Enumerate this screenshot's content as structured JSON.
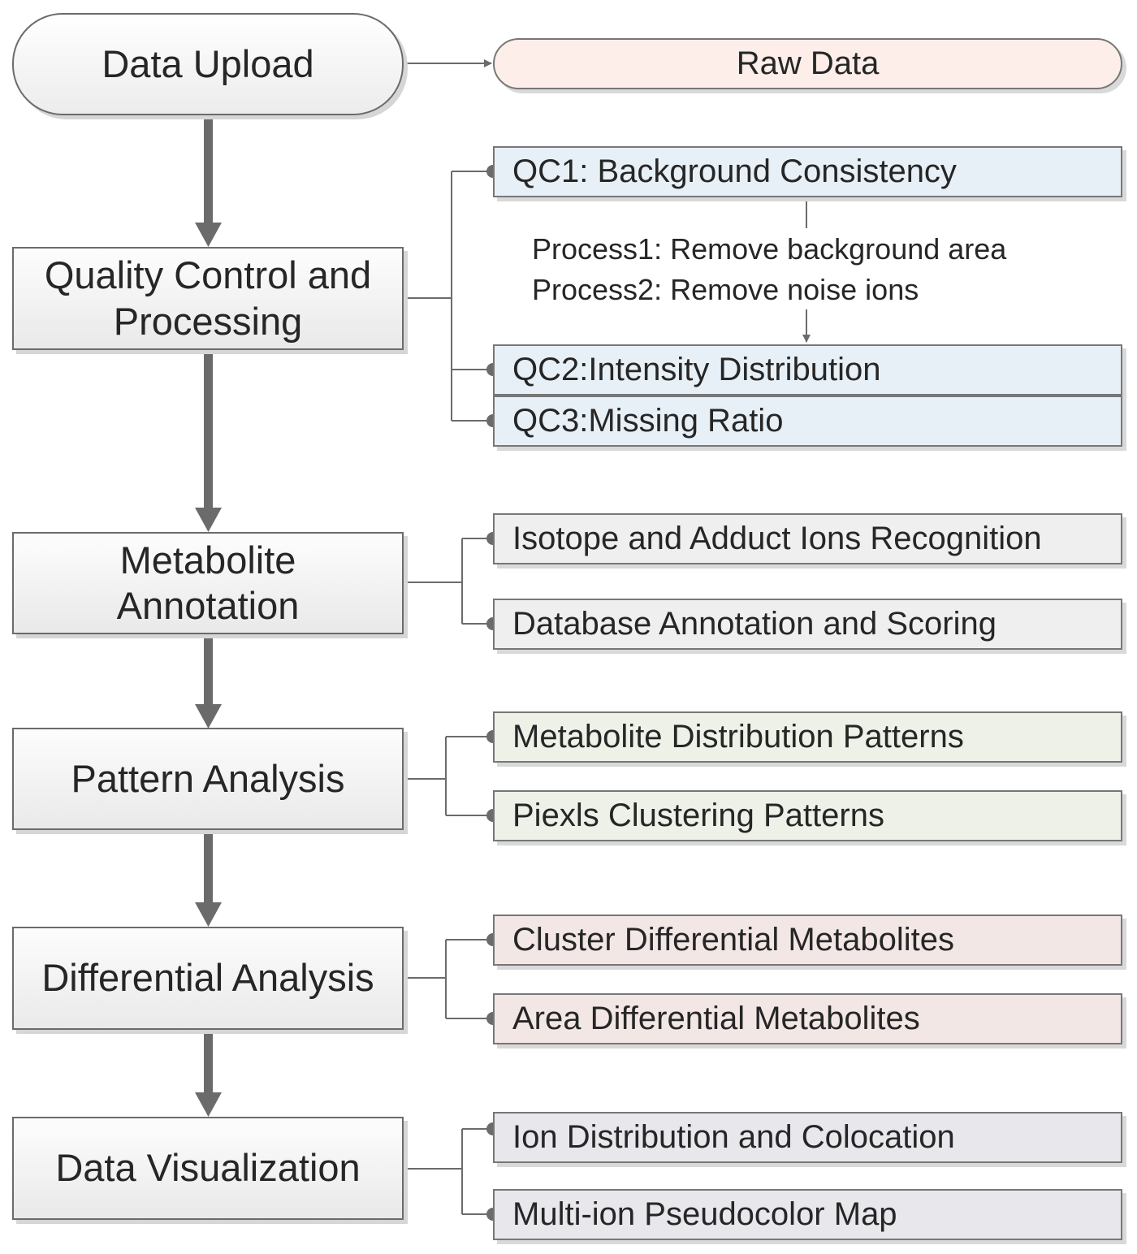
{
  "main_steps": {
    "upload": "Data Upload",
    "qc": "Quality Control and Processing",
    "annotation": "Metabolite Annotation",
    "pattern": "Pattern Analysis",
    "differential": "Differential Analysis",
    "visualization": "Data Visualization"
  },
  "raw_data": "Raw Data",
  "qc_items": {
    "qc1": "QC1: Background Consistency",
    "process1": "Process1: Remove background area",
    "process2": "Process2: Remove noise ions",
    "qc2": "QC2:Intensity Distribution",
    "qc3": "QC3:Missing Ratio"
  },
  "annotation_items": [
    "Isotope and Adduct Ions Recognition",
    "Database Annotation and Scoring"
  ],
  "pattern_items": [
    "Metabolite Distribution Patterns",
    "Piexls Clustering Patterns"
  ],
  "differential_items": [
    "Cluster Differential Metabolites",
    "Area Differential Metabolites"
  ],
  "visualization_items": [
    "Ion Distribution and Colocation",
    "Multi-ion Pseudocolor Map"
  ],
  "colors": {
    "line": "#6b6b6b",
    "raw_fill": "#fdeee9",
    "qc_fill": "#e8f0f7",
    "annotation_fill": "#efefef",
    "pattern_fill": "#eef1e8",
    "differential_fill": "#f3e7e6",
    "visualization_fill": "#e7e7ec"
  }
}
